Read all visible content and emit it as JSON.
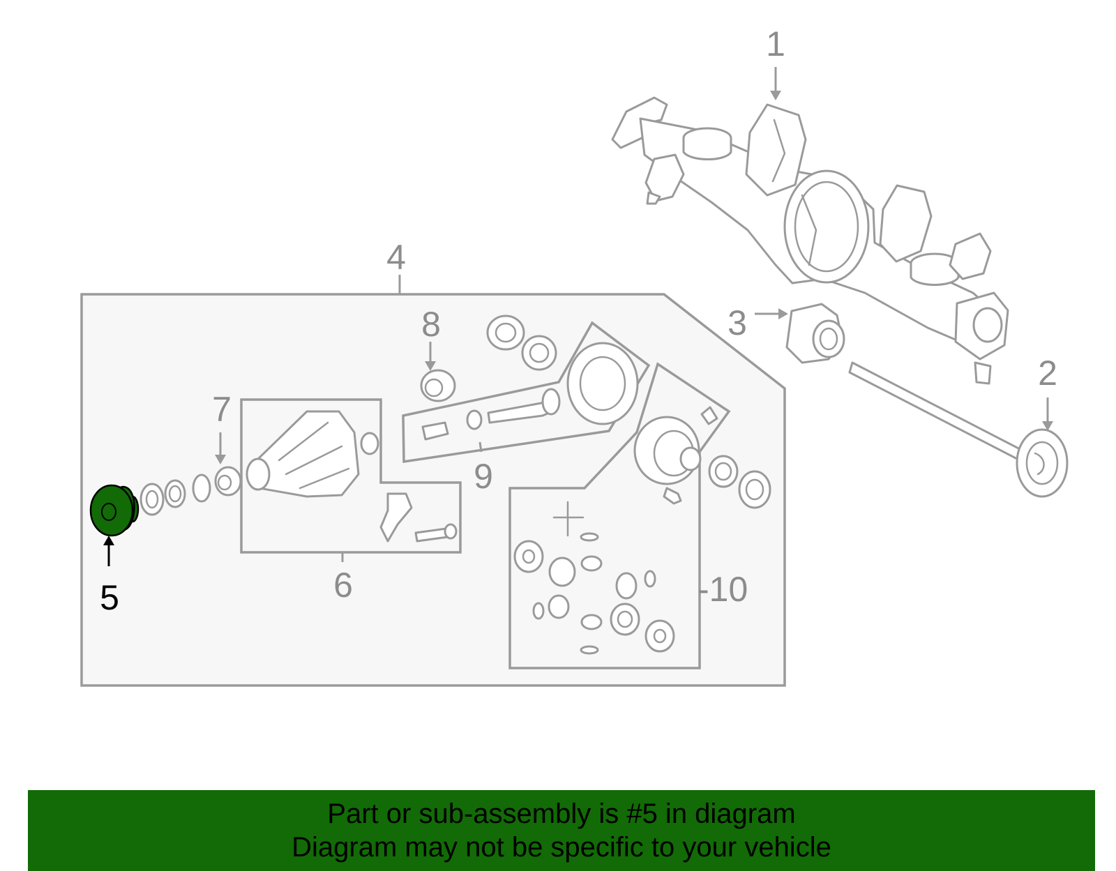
{
  "diagram": {
    "labels": {
      "p1": "1",
      "p2": "2",
      "p3": "3",
      "p4": "4",
      "p5": "5",
      "p6": "6",
      "p7": "7",
      "p8": "8",
      "p9": "9",
      "p10": "-10"
    },
    "highlight": {
      "part": "5",
      "color": "#126b06"
    },
    "line_color": "#9a9a9a",
    "box_fill": "#f7f7f7"
  },
  "banner": {
    "line1": "Part or sub-assembly is #5 in diagram",
    "line2": "Diagram may not be specific to your vehicle",
    "color": "#126b06"
  }
}
